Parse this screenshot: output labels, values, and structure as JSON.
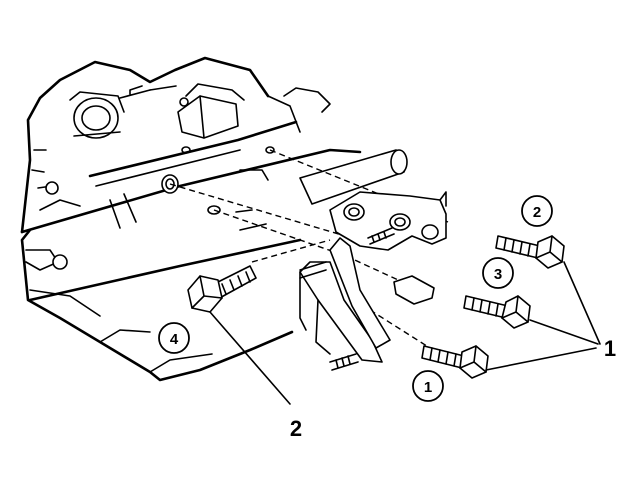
{
  "callouts": {
    "c1": "1",
    "c2": "2",
    "c3": "3",
    "c4": "4"
  },
  "labels": {
    "ref_bolts": "1",
    "ref_bolt": "2"
  }
}
